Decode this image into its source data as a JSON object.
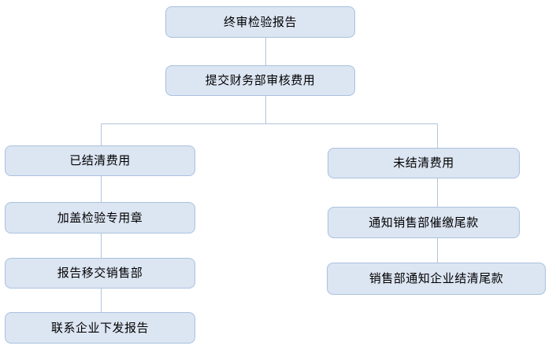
{
  "diagram": {
    "title": "report-issuing-flowchart",
    "nodes": {
      "final_report": {
        "label": "终审检验报告"
      },
      "submit_finance": {
        "label": "提交财务部审核费用"
      },
      "settled": {
        "label": "已结清费用"
      },
      "stamp": {
        "label": "加盖检验专用章"
      },
      "transfer_sales": {
        "label": "报告移交销售部"
      },
      "contact_issue": {
        "label": "联系企业下发报告"
      },
      "unsettled": {
        "label": "未结清费用"
      },
      "notify_sales": {
        "label": "通知销售部催缴尾款"
      },
      "sales_notify": {
        "label": "销售部通知企业结清尾款"
      }
    },
    "colors": {
      "node_fill": "#dce5f2",
      "node_border": "#a9c2de",
      "connector": "#b3c5dc",
      "text": "#000000",
      "background": "#ffffff"
    }
  }
}
